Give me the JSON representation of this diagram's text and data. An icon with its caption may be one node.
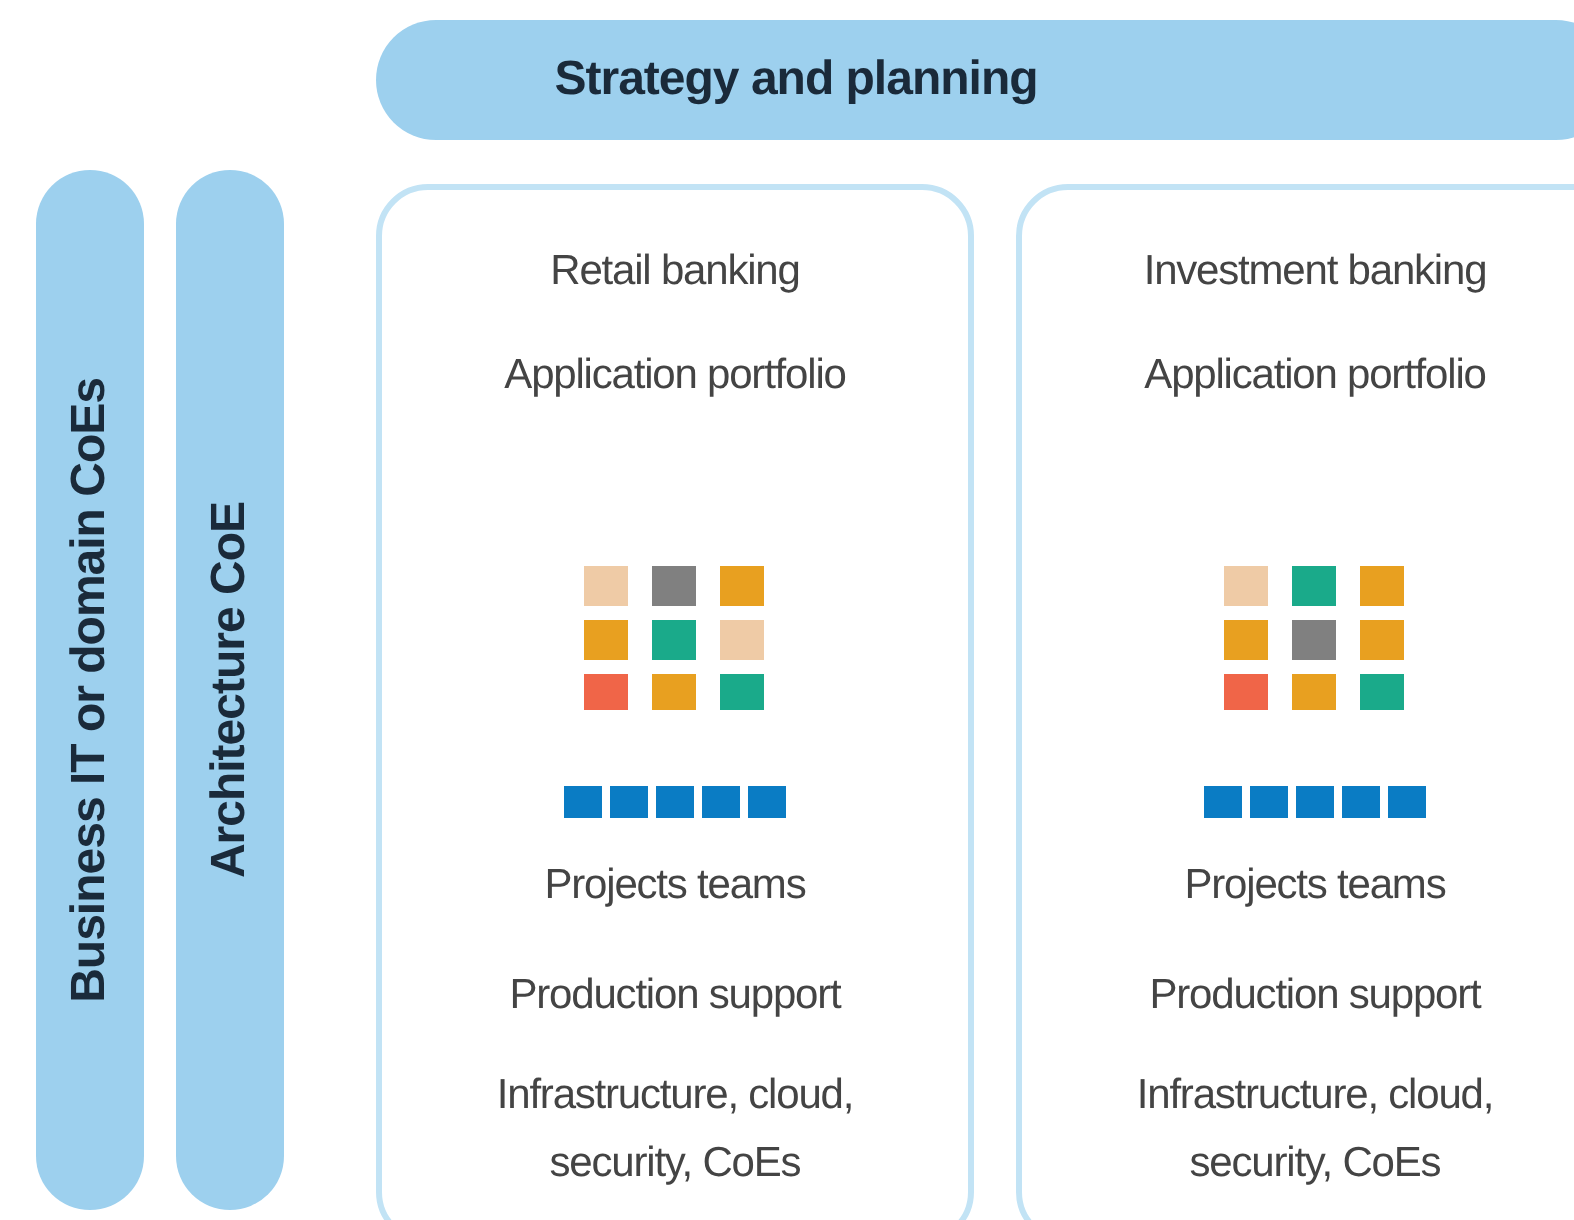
{
  "diagram": {
    "nodes": [
      {
        "text": [
          "Strategy and planning"
        ]
      },
      {
        "text": [
          "Business IT or domain CoEs"
        ]
      },
      {
        "text": [
          "Architecture CoE"
        ]
      },
      {
        "text": [
          "Retail banking",
          "Application portfolio",
          "Projects teams",
          "Production support",
          "Infrastructure, cloud, security, CoEs"
        ]
      },
      {
        "text": [
          "Investment banking",
          "Application portfolio",
          "Projects teams",
          "Production support",
          "Infrastructure, cloud, security, CoEs"
        ]
      }
    ],
    "edges": []
  }
}
